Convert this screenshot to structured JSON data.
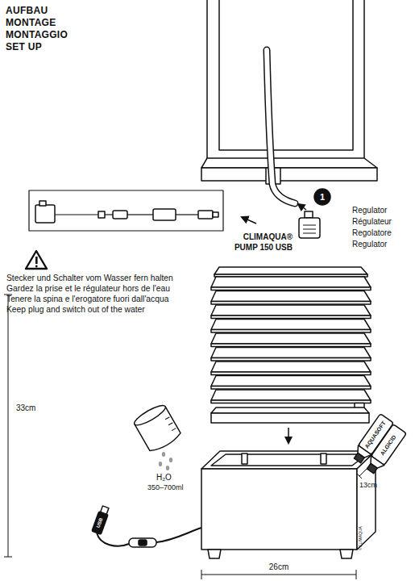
{
  "diagram": {
    "title": "AUFBAU MONTAGE MONTAGGIO SET UP",
    "labels": [
      "1",
      "Regulator",
      "Régulateur",
      "Regolatore",
      "Regulator",
      "CLIMAQUA® PUMP 150 USB",
      "Stecker und Schalter vom Wasser fern halten",
      "Gardez la prise et le régulateur hors de l'eau",
      "Tenere la spina e l'erogatore fuori dall'acqua",
      "Keep plug and switch out of the water",
      "33cm",
      "H₂O",
      "350–700ml",
      "AQUASOFT",
      "ALGICID",
      "13cm",
      "USB",
      "26cm",
      "©CLIMAQUA"
    ]
  }
}
